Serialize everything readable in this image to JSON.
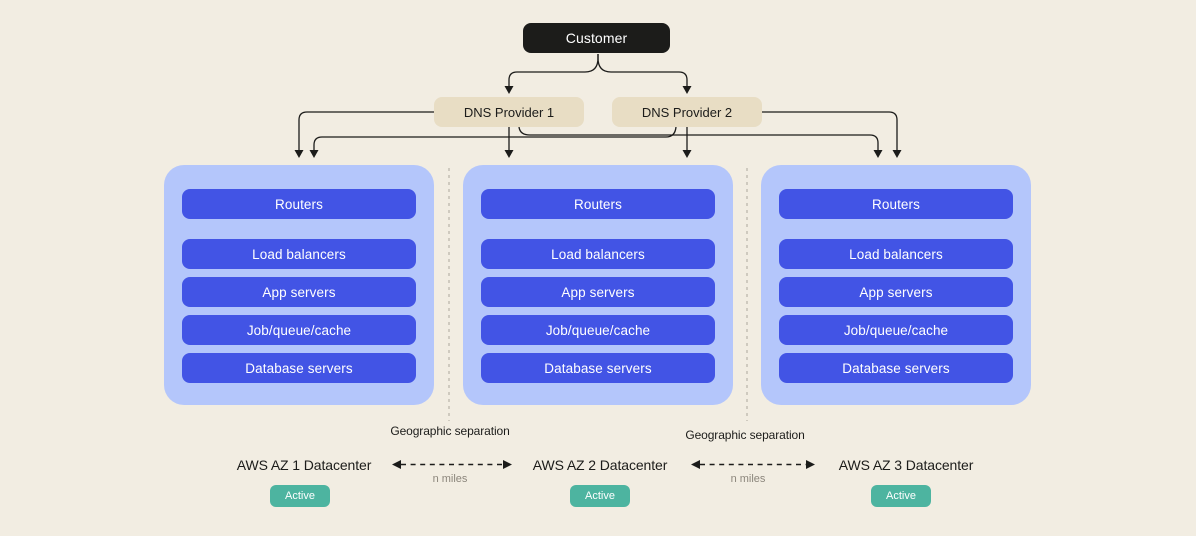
{
  "customer": {
    "label": "Customer"
  },
  "dns_providers": [
    {
      "label": "DNS Provider 1"
    },
    {
      "label": "DNS Provider 2"
    }
  ],
  "datacenters": [
    {
      "name": "AWS AZ 1 Datacenter",
      "status": "Active",
      "tiers": [
        "Routers",
        "Load balancers",
        "App servers",
        "Job/queue/cache",
        "Database servers"
      ]
    },
    {
      "name": "AWS AZ 2 Datacenter",
      "status": "Active",
      "tiers": [
        "Routers",
        "Load balancers",
        "App servers",
        "Job/queue/cache",
        "Database servers"
      ]
    },
    {
      "name": "AWS AZ 3 Datacenter",
      "status": "Active",
      "tiers": [
        "Routers",
        "Load balancers",
        "App servers",
        "Job/queue/cache",
        "Database servers"
      ]
    }
  ],
  "separations": [
    {
      "label": "Geographic separation",
      "distance": "n miles"
    },
    {
      "label": "Geographic separation",
      "distance": "n miles"
    }
  ],
  "colors": {
    "background": "#f2ede2",
    "customer_node": "#1c1c1a",
    "dns_node": "#e8ddc4",
    "datacenter_container": "#b4c6fb",
    "tier_box": "#4254e5",
    "active_badge": "#4db4a0",
    "connector": "#1c1c1a",
    "separator_dash": "#b8b3a8",
    "muted_text": "#8c867c"
  }
}
